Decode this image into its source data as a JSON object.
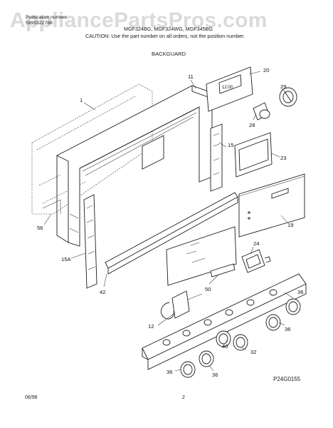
{
  "watermark": "AppliancePartsPros.com",
  "header": {
    "left_line1": "Publication number",
    "left_line2": "5995322768",
    "models": "MGF324BG, MGF324WG, MGF345BG",
    "caution": "CAUTION: Use the part number on all orders, not the position number.",
    "section_title": "BACKGUARD"
  },
  "callouts": {
    "c1": "1",
    "c11": "11",
    "c20": "20",
    "c29": "29",
    "c28": "28",
    "c15": "15",
    "c23": "23",
    "c19": "19",
    "c24": "24",
    "c56": "56",
    "c15a": "15A",
    "c42": "42",
    "c50": "50",
    "c12": "12",
    "c36a": "36",
    "c36b": "36",
    "c36c": "36",
    "c36d": "36",
    "c40": "40",
    "c32": "32"
  },
  "footer": {
    "date": "06/98",
    "page": "2",
    "drawing_code": "P24G0155"
  }
}
